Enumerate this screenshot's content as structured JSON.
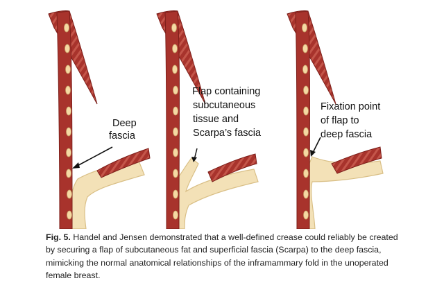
{
  "figure": {
    "panels": [
      {
        "label_lines": [
          "Deep",
          "fascia"
        ]
      },
      {
        "label_lines": [
          "Flap containing",
          "subcutaneous",
          "tissue and",
          "Scarpa’s fascia"
        ]
      },
      {
        "label_lines": [
          "Fixation point",
          "of flap to",
          "deep fascia"
        ]
      }
    ]
  },
  "caption": {
    "lead": "Fig. 5.",
    "text": "Handel and Jensen demonstrated that a well-defined crease could reliably be created by securing a flap of subcutaneous fat and superficial fascia (Scarpa) to the deep fascia, mimicking the normal anatomical relationships of the inframammary fold in the unoperated female breast."
  },
  "colors": {
    "muscle": "#a8332c",
    "muscle_dark": "#7c1f1a",
    "muscle_stripe": "#c95a4c",
    "fat": "#f3e1b7",
    "fat_edge": "#d9bf86",
    "fascia_node": "#f5d9a3"
  }
}
